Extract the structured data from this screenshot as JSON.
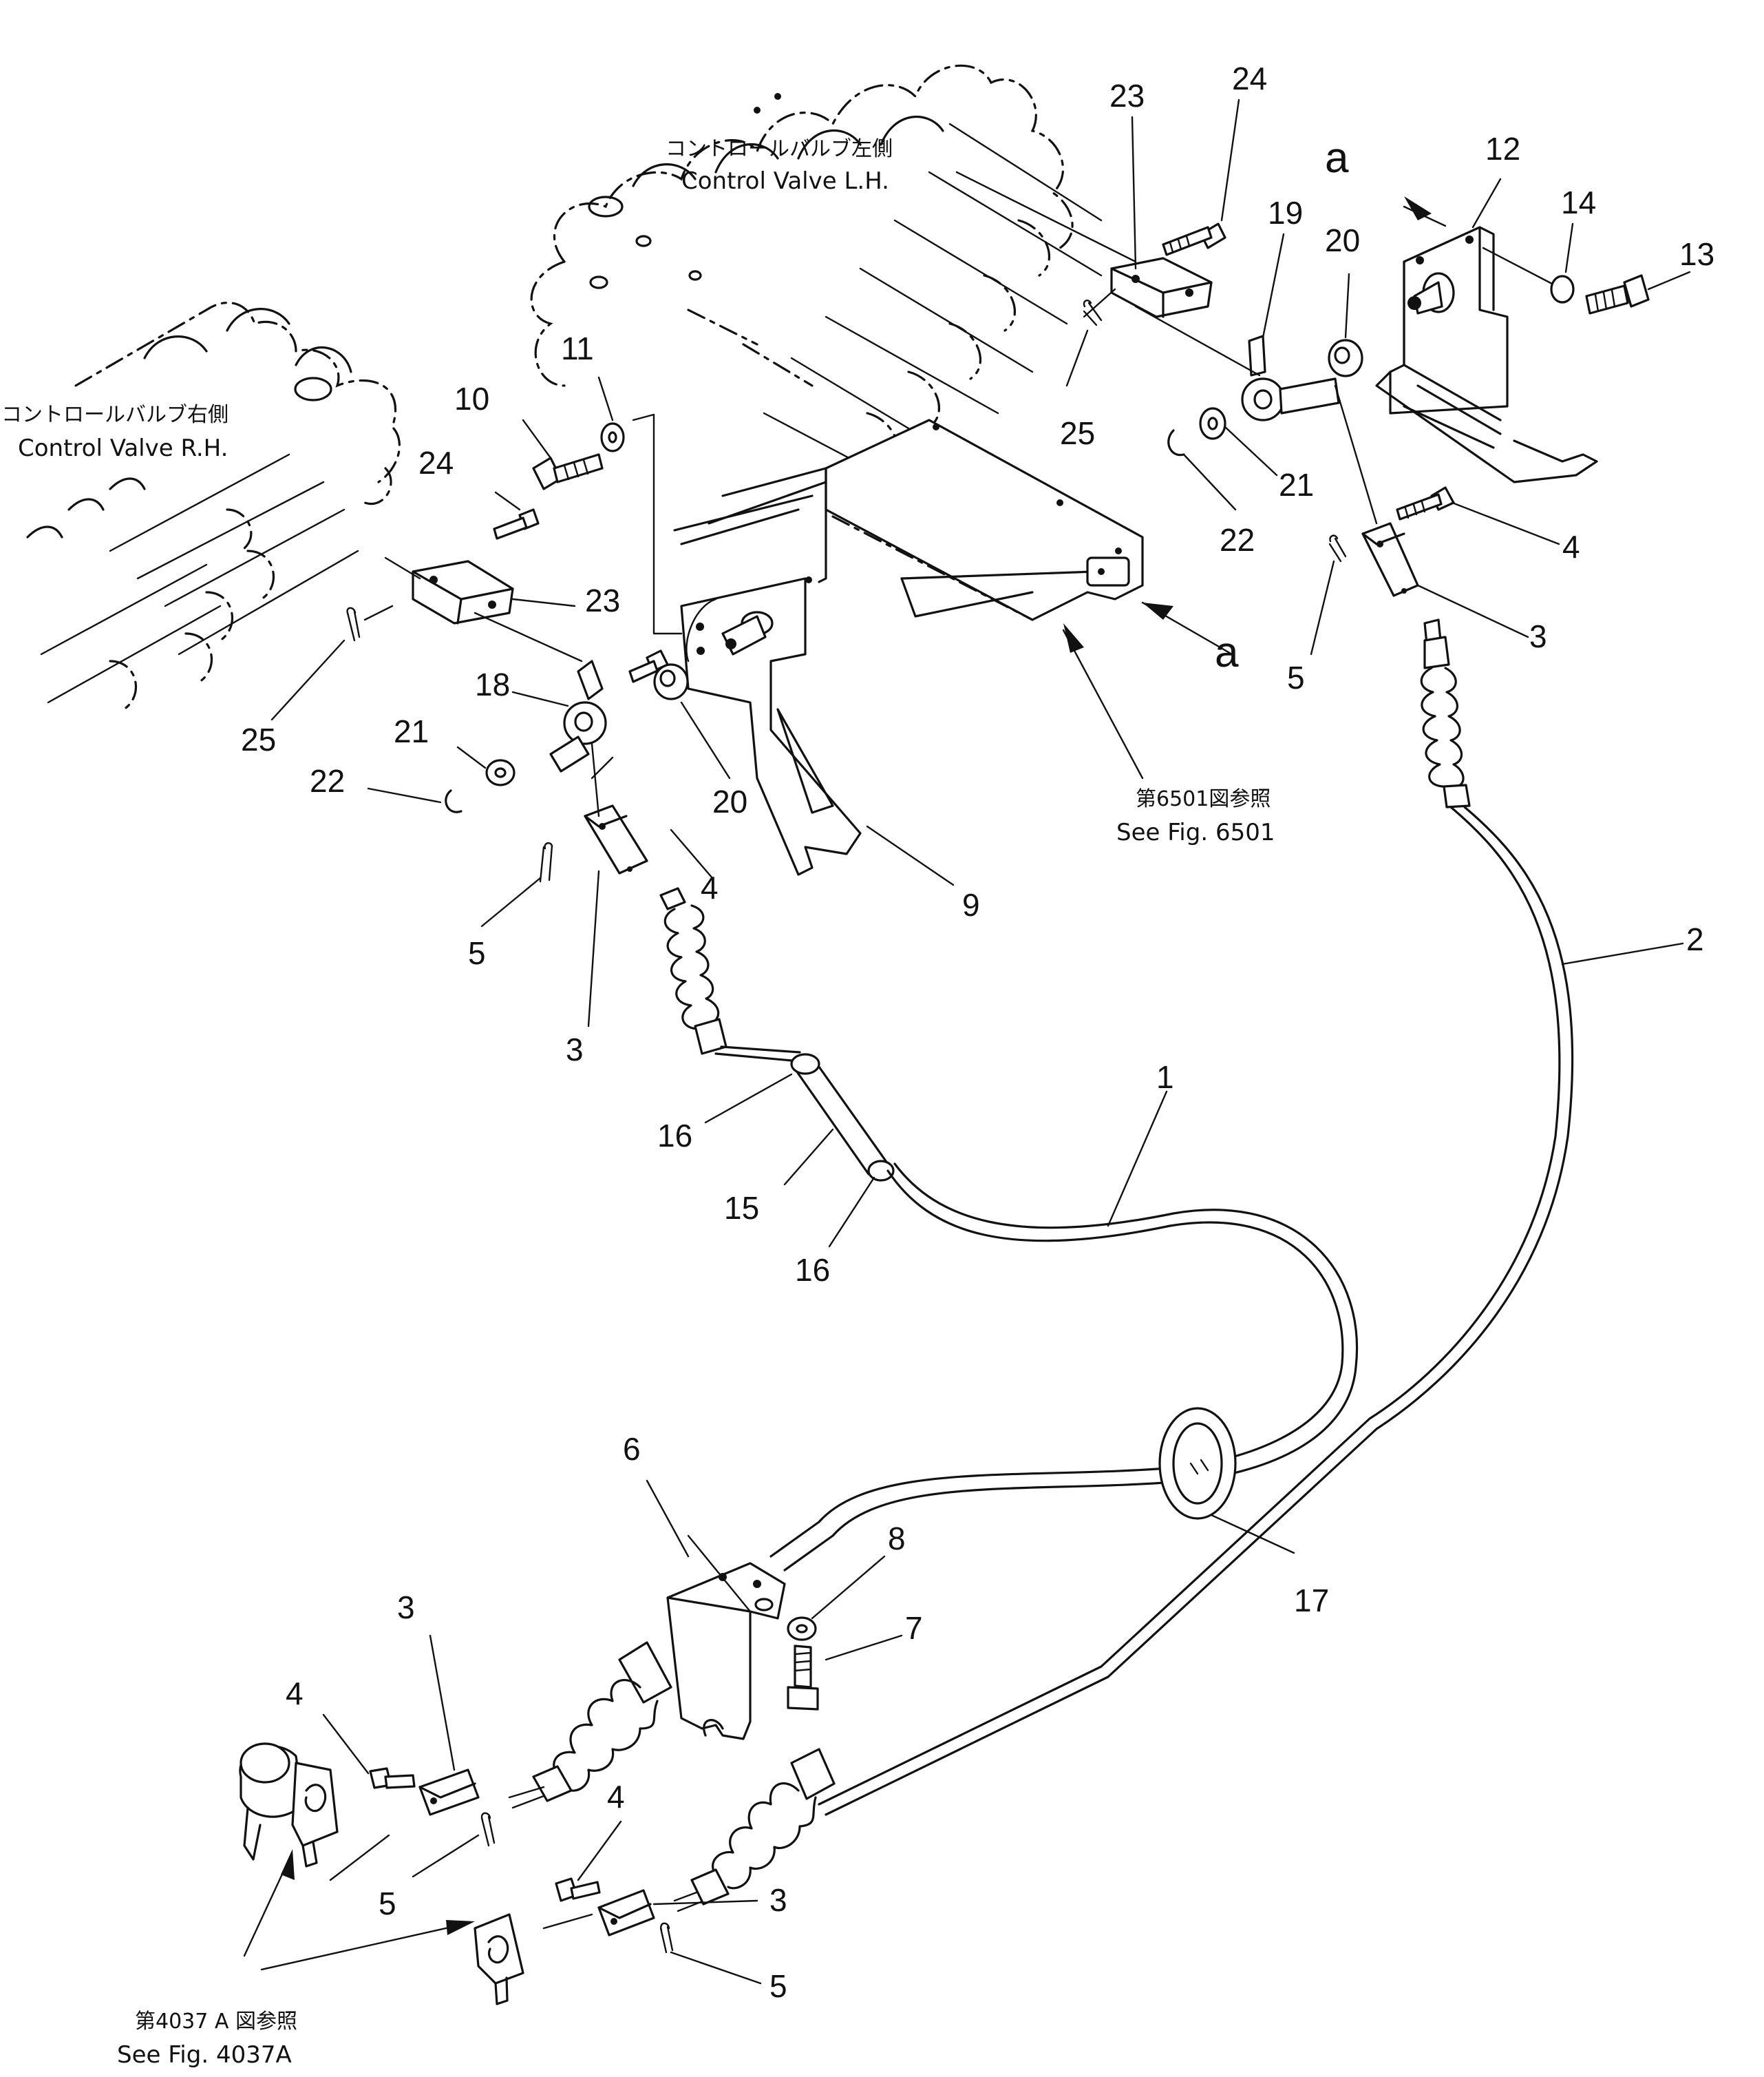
{
  "labels": {
    "cv_lh_jp": "コントロールバルブ左側",
    "cv_lh_en": "Control Valve L.H.",
    "cv_rh_jp": "コントロールバルブ右側",
    "cv_rh_en": "Control Valve R.H.",
    "ref_6501_jp": "第6501図参照",
    "ref_6501_en": "See Fig. 6501",
    "ref_4037_jp": "第4037 A 図参照",
    "ref_4037_en": "See Fig. 4037A",
    "view_arrow": "a"
  },
  "callouts": {
    "c1": "1",
    "c2": "2",
    "c3": "3",
    "c4": "4",
    "c5": "5",
    "c6": "6",
    "c7": "7",
    "c8": "8",
    "c9": "9",
    "c10": "10",
    "c11": "11",
    "c12": "12",
    "c13": "13",
    "c14": "14",
    "c15": "15",
    "c16": "16",
    "c17": "17",
    "c18": "18",
    "c19": "19",
    "c20": "20",
    "c21": "21",
    "c22": "22",
    "c23": "23",
    "c24": "24",
    "c25": "25"
  }
}
